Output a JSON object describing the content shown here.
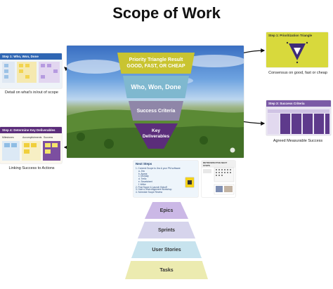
{
  "title": "Scope of Work",
  "hero": {
    "band1_line1": "Priority Triangle Result",
    "band1_line2": "GOOD, FAST, OR CHEAP",
    "band2": "Who, Won, Done",
    "band3": "Success Criteria",
    "band4_line1": "Key",
    "band4_line2": "Deliverables",
    "colors": {
      "band1": "#c9c431",
      "band2": "#7fb8cf",
      "band3": "#8f86a8",
      "band4": "#5b2d7a"
    }
  },
  "left_top": {
    "header": "Step 1: Who, Won, Done",
    "caption": "Detail on what's in/out of scope"
  },
  "left_bottom": {
    "header": "Step 4: Determine Key Deliverables",
    "col1": "Milestones",
    "col2": "Accomplishments",
    "col3": "Success",
    "caption": "Linking Success to Actions"
  },
  "right_top": {
    "header": "Step 1: Prioritization Triangle",
    "caption": "Consensus on good, fast or cheap"
  },
  "right_bottom": {
    "header": "Step 3: Success Criteria",
    "caption": "Agreed Measurable Success"
  },
  "next_steps": {
    "header": "Next Steps",
    "lines": [
      "1. Connect Scope to Jira & your PM software",
      "a. Jira",
      "b. Asana",
      "c. Monday",
      "d. Trello",
      "e. Smartsheet",
      "f. Wrike",
      "2. Post Scope & Launch Kickoff",
      "3. Hold a Team Alignment Workshop",
      "4. Schedule Scope Review"
    ]
  },
  "retro": {
    "header": "RETROSPECTIVE NEXT STEPS"
  },
  "pyramid": {
    "levels": [
      "Epics",
      "Sprints",
      "User Stories",
      "Tasks"
    ],
    "colors": [
      "#cbb8e6",
      "#d6d4ec",
      "#c7e3ee",
      "#ecebb0"
    ]
  }
}
